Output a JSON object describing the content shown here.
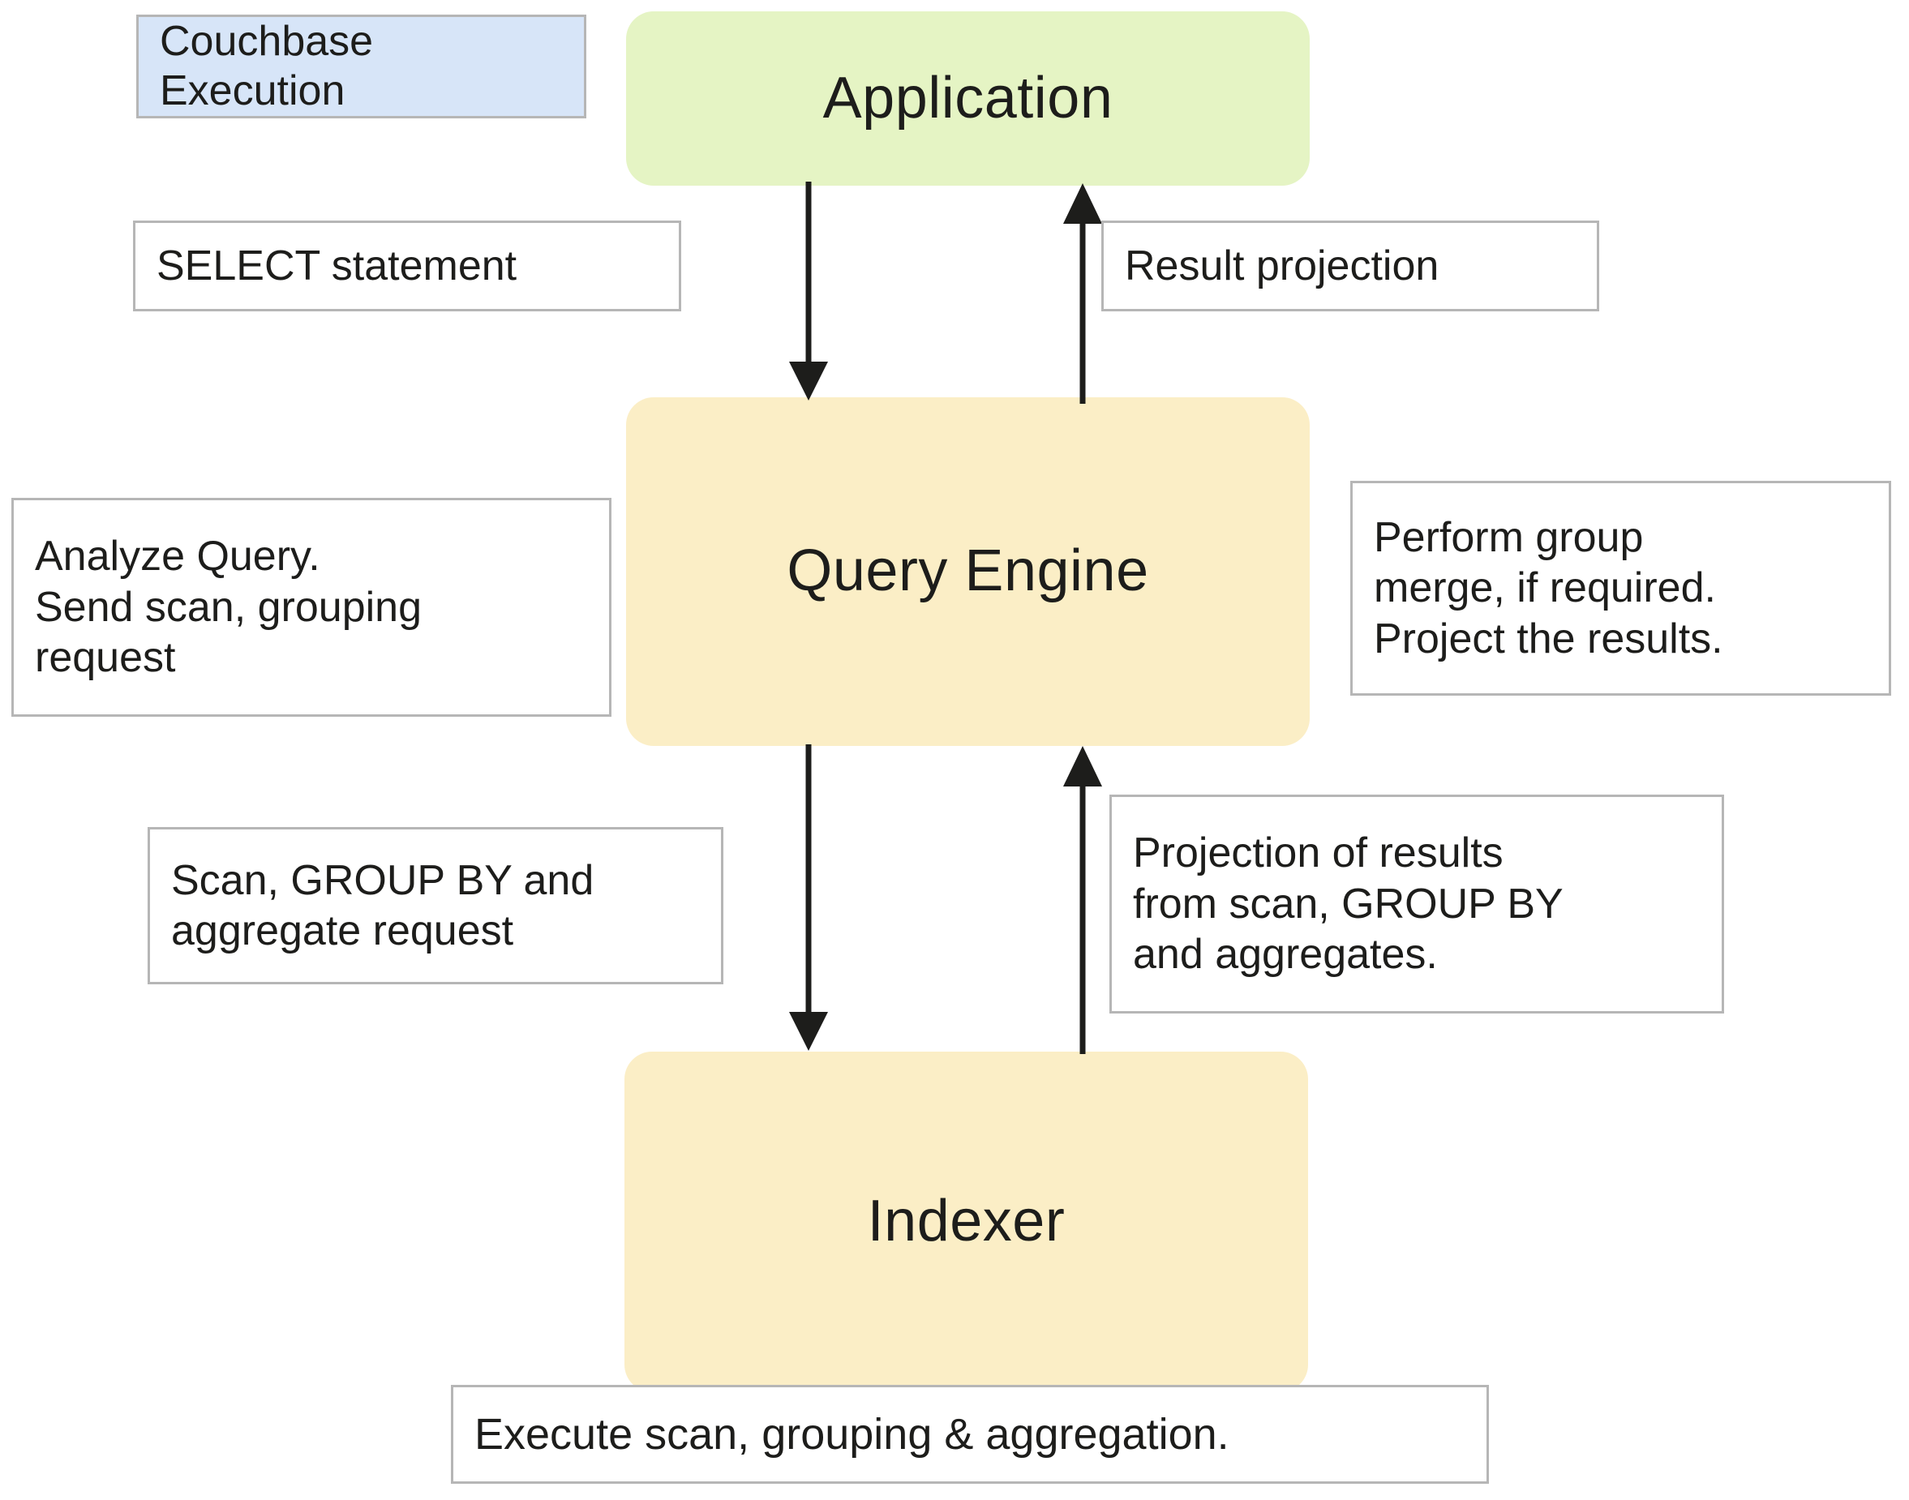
{
  "legend": {
    "lines": [
      "Couchbase",
      "Execution"
    ],
    "fill_color": "#d7e5f8",
    "border_color": "#b6b6b6"
  },
  "stages": [
    {
      "id": "application",
      "label": "Application",
      "fill_color": "#e5f4c4"
    },
    {
      "id": "query-engine",
      "label": "Query Engine",
      "fill_color": "#fbeec6"
    },
    {
      "id": "indexer",
      "label": "Indexer",
      "fill_color": "#fbeec6"
    }
  ],
  "notes": {
    "select_statement": {
      "lines": [
        "SELECT statement"
      ]
    },
    "result_projection": {
      "lines": [
        "Result projection"
      ]
    },
    "analyze_query": {
      "lines": [
        "Analyze Query.",
        "Send scan, grouping",
        "request"
      ]
    },
    "perform_group_merge": {
      "lines": [
        "Perform group",
        "merge, if required.",
        "Project the results."
      ]
    },
    "scan_group_by": {
      "lines": [
        "Scan, GROUP BY and",
        "aggregate request"
      ]
    },
    "projection_of_results": {
      "lines": [
        "Projection of results",
        "from scan, GROUP BY",
        "and aggregates."
      ]
    },
    "execute_scan": {
      "lines": [
        "Execute scan, grouping & aggregation."
      ]
    }
  },
  "arrows": [
    {
      "id": "app-to-query-engine",
      "direction": "down",
      "label_ref": "select_statement"
    },
    {
      "id": "query-engine-to-app",
      "direction": "up",
      "label_ref": "result_projection"
    },
    {
      "id": "query-engine-to-indexer",
      "direction": "down",
      "label_ref": "scan_group_by"
    },
    {
      "id": "indexer-to-query-engine",
      "direction": "up",
      "label_ref": "projection_of_results"
    }
  ],
  "colors": {
    "arrow": "#1d1d1b",
    "note_border": "#b6b6b6",
    "background": "#ffffff",
    "text": "#1d1d1b"
  }
}
